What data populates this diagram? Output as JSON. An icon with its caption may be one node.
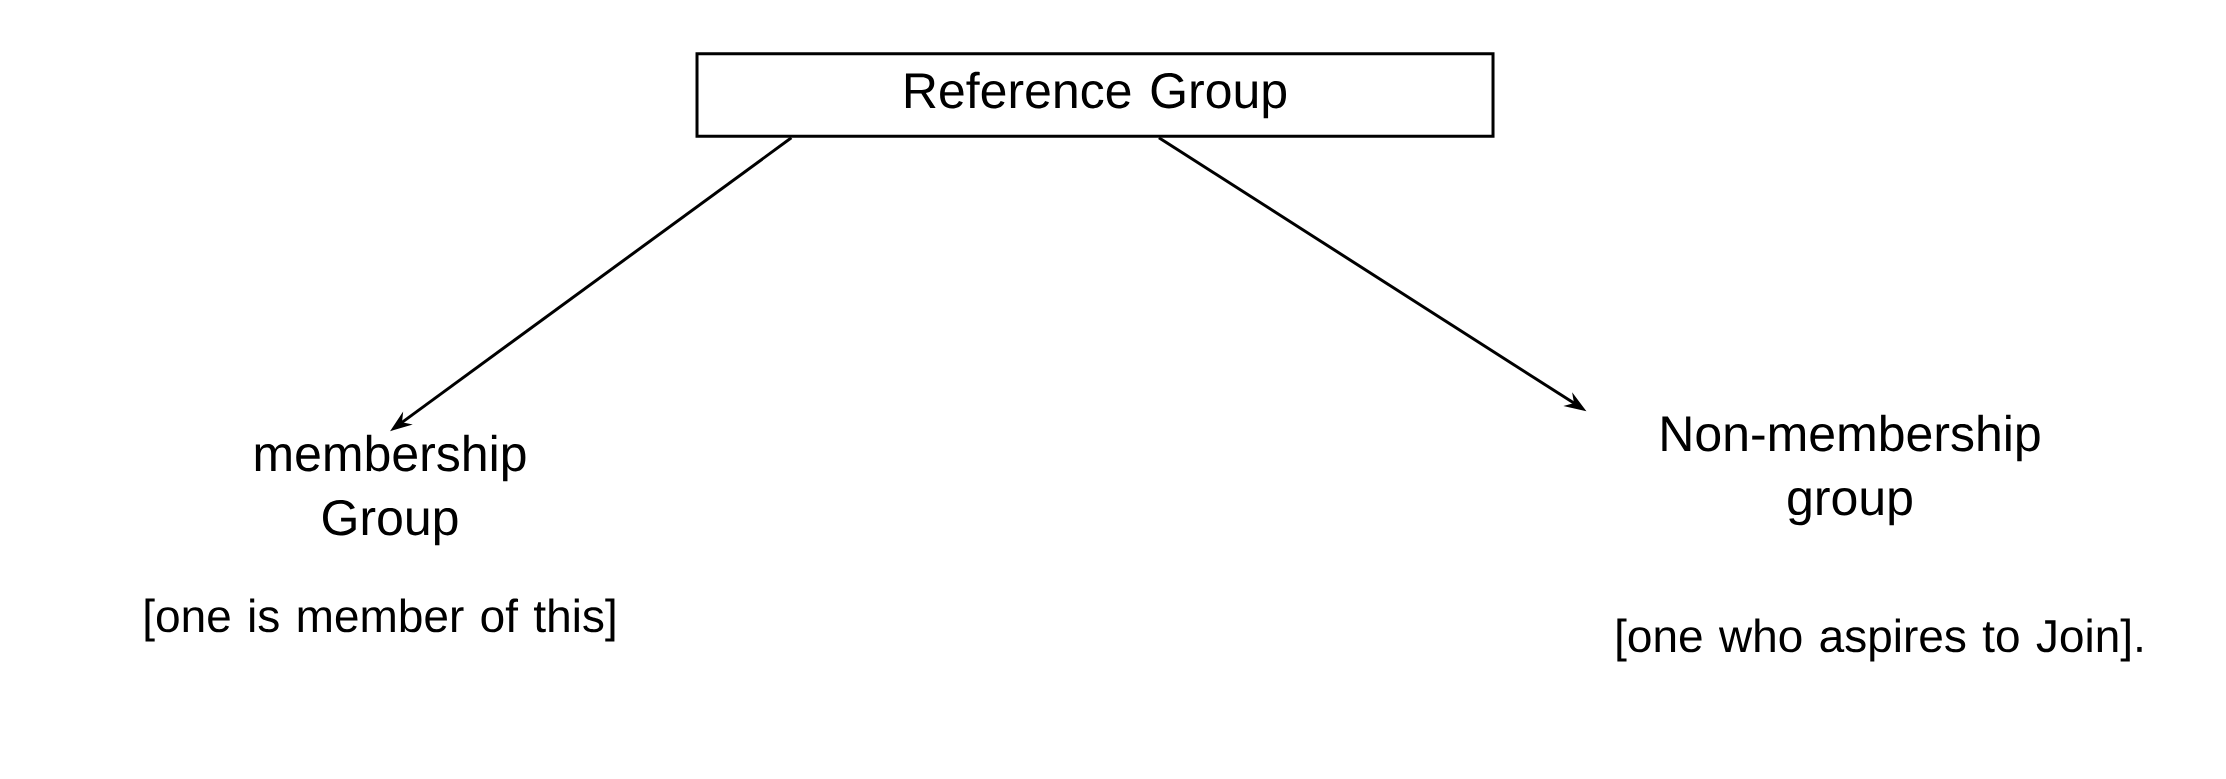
{
  "diagram": {
    "nodes": [
      {
        "text": [
          "Reference Group"
        ]
      },
      {
        "text": [
          "membership Group"
        ],
        "beside": [
          "[one is member of this]"
        ]
      },
      {
        "text": [
          "Non-membership group"
        ],
        "beside": [
          "[one who aspires to Join]."
        ]
      }
    ],
    "edges": [
      {
        "from": 0,
        "to": 1,
        "arrow": "to"
      },
      {
        "from": 0,
        "to": 2,
        "arrow": "to"
      }
    ]
  }
}
